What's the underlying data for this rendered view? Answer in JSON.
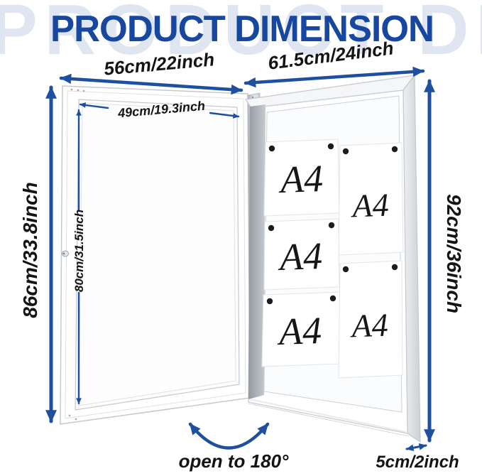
{
  "page": {
    "watermark": "PRODUCT DIMENSION",
    "title": "PRODUCT DIMENSION"
  },
  "labels": {
    "door_outer_width": "56cm/22inch",
    "door_inner_width": "49cm/19.3inch",
    "door_outer_height": "86cm/33.8inch",
    "door_inner_height": "80cm/31.5inch",
    "cabinet_width": "61.5cm/24inch",
    "cabinet_height": "92cm/36inch",
    "cabinet_depth": "5cm/2inch",
    "open_angle_note": "open to 180°"
  },
  "papers": [
    {
      "label": "A4"
    },
    {
      "label": "A4"
    },
    {
      "label": "A4"
    },
    {
      "label": "A4"
    },
    {
      "label": "A4"
    }
  ],
  "colors": {
    "accent_blue": "#1e509f",
    "title_blue": "#17479e",
    "watermark_blue": "#dfe5f1",
    "frame_gray": "#c3c9cf",
    "pin_black": "#1b1c1e"
  }
}
